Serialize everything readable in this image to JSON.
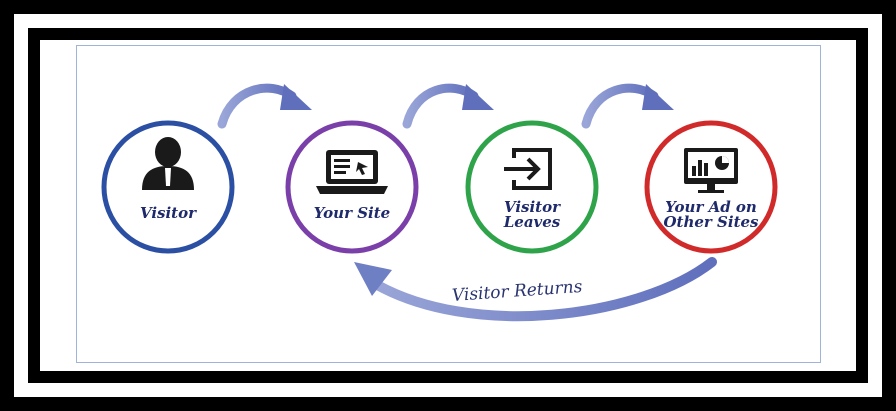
{
  "nodes": [
    {
      "id": "visitor",
      "label": "Visitor",
      "color": "#2a4fa3",
      "icon": "person-icon"
    },
    {
      "id": "your-site",
      "label": "Your Site",
      "color": "#7a3fa8",
      "icon": "laptop-icon"
    },
    {
      "id": "visitor-leaves",
      "label": "Visitor\nLeaves",
      "color": "#2fa34a",
      "icon": "exit-icon"
    },
    {
      "id": "your-ad",
      "label": "Your Ad on\nOther Sites",
      "color": "#d02a2a",
      "icon": "monitor-chart-icon"
    }
  ],
  "return_label": "Visitor Returns",
  "colors": {
    "arrow": "#6f7fc4",
    "label_text": "#1f2a6b",
    "icon": "#1a1a1a"
  }
}
